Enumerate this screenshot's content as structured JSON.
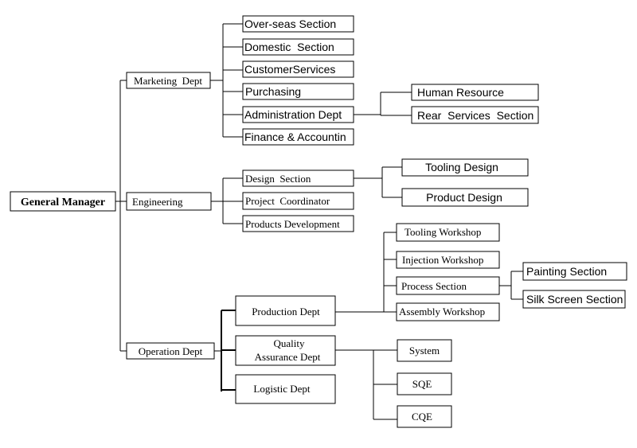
{
  "org": {
    "root": "General Manager",
    "marketing": {
      "label": "Marketing  Dept",
      "children": [
        "Over-seas Section",
        "Domestic  Section",
        "CustomerServices",
        "Purchasing",
        "Administration Dept",
        "Finance & Accountin"
      ],
      "administration_children": [
        "Human Resource",
        "Rear  Services  Section"
      ]
    },
    "engineering": {
      "label": "Engineering",
      "children": [
        "Design  Section",
        "Project  Coordinator",
        "Products Development"
      ],
      "design_children": [
        "Tooling Design",
        "Product Design"
      ]
    },
    "operation": {
      "label": "Operation Dept",
      "children": [
        "Production Dept",
        "Quality",
        "Assurance Dept",
        "Logistic Dept"
      ],
      "production_children": [
        "Tooling Workshop",
        "Injection Workshop",
        "Process Section",
        "Assembly Workshop"
      ],
      "process_children": [
        "Painting Section",
        "Silk Screen Section"
      ],
      "quality_children": [
        "System",
        "SQE",
        "CQE"
      ]
    }
  }
}
